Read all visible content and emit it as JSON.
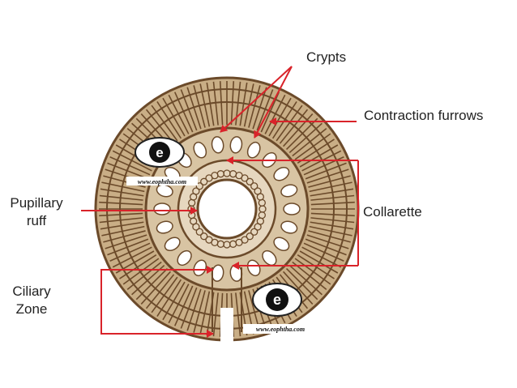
{
  "labels": {
    "crypts": "Crypts",
    "contraction_furrows": "Contraction furrows",
    "pupillary_ruff_line1": "Pupillary",
    "pupillary_ruff_line2": "ruff",
    "collarette": "Collarette",
    "ciliary_zone_line1": "Ciliary",
    "ciliary_zone_line2": "Zone"
  },
  "watermark": {
    "logo_letter": "e",
    "url": "www.eophtha.com"
  },
  "colors": {
    "ink": "#6b4a2a",
    "fill": "#b89a72",
    "arrow": "#d9232a",
    "text": "#222222"
  }
}
